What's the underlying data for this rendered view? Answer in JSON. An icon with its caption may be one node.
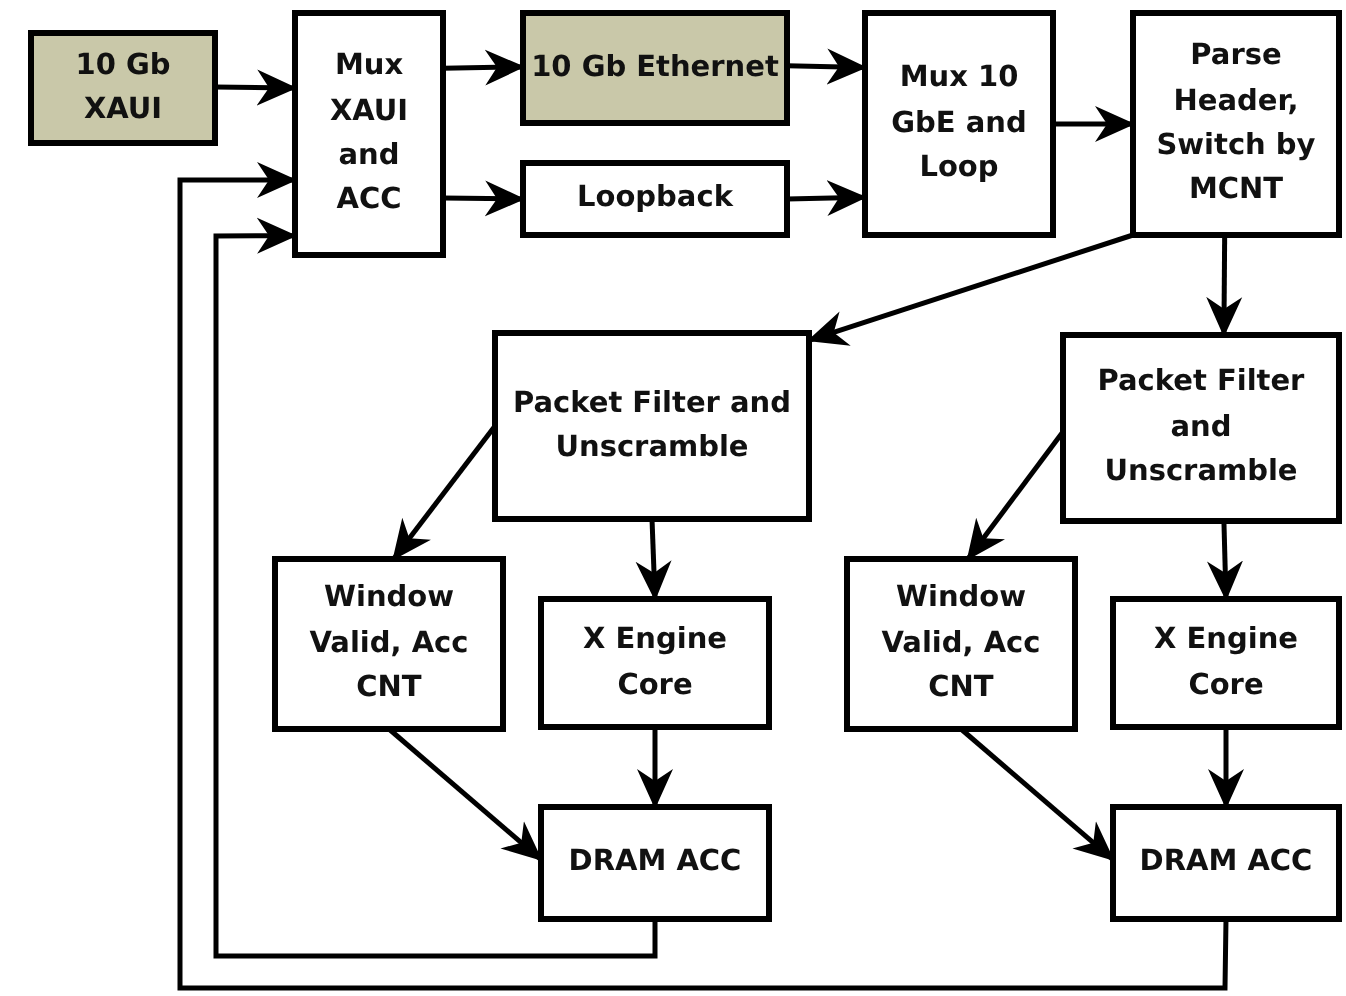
{
  "diagram": {
    "nodes": [
      {
        "text": [
          "10 Gb XAUI"
        ]
      },
      {
        "text": [
          "Mux XAUI and ACC"
        ]
      },
      {
        "text": [
          "10 Gb Ethernet"
        ]
      },
      {
        "text": [
          "Loopback"
        ]
      },
      {
        "text": [
          "Mux 10 GbE and Loop"
        ]
      },
      {
        "text": [
          "Parse Header, Switch by MCNT"
        ]
      },
      {
        "text": [
          "Packet Filter and Unscramble"
        ]
      },
      {
        "text": [
          "Window Valid, Acc CNT"
        ]
      },
      {
        "text": [
          "X Engine Core"
        ]
      },
      {
        "text": [
          "DRAM ACC"
        ]
      },
      {
        "text": [
          "Packet Filter and Unscramble"
        ]
      },
      {
        "text": [
          "Window Valid, Acc CNT"
        ]
      },
      {
        "text": [
          "X Engine Core"
        ]
      },
      {
        "text": [
          "DRAM ACC"
        ]
      }
    ],
    "edges": [
      {
        "from": 0,
        "to": 1,
        "arrow": "to"
      },
      {
        "from": 1,
        "to": 2,
        "arrow": "to"
      },
      {
        "from": 1,
        "to": 3,
        "arrow": "to"
      },
      {
        "from": 2,
        "to": 4,
        "arrow": "to"
      },
      {
        "from": 3,
        "to": 4,
        "arrow": "to"
      },
      {
        "from": 4,
        "to": 5,
        "arrow": "to"
      },
      {
        "from": 5,
        "to": 6,
        "arrow": "to"
      },
      {
        "from": 5,
        "to": 10,
        "arrow": "to"
      },
      {
        "from": 6,
        "to": 7,
        "arrow": "to"
      },
      {
        "from": 6,
        "to": 8,
        "arrow": "to"
      },
      {
        "from": 8,
        "to": 9,
        "arrow": "to"
      },
      {
        "from": 7,
        "to": 9,
        "arrow": "to"
      },
      {
        "from": 10,
        "to": 11,
        "arrow": "to"
      },
      {
        "from": 10,
        "to": 12,
        "arrow": "to"
      },
      {
        "from": 12,
        "to": 13,
        "arrow": "to"
      },
      {
        "from": 11,
        "to": 13,
        "arrow": "to"
      },
      {
        "from": 9,
        "to": 1,
        "arrow": "to"
      },
      {
        "from": 13,
        "to": 1,
        "arrow": "to"
      }
    ]
  }
}
